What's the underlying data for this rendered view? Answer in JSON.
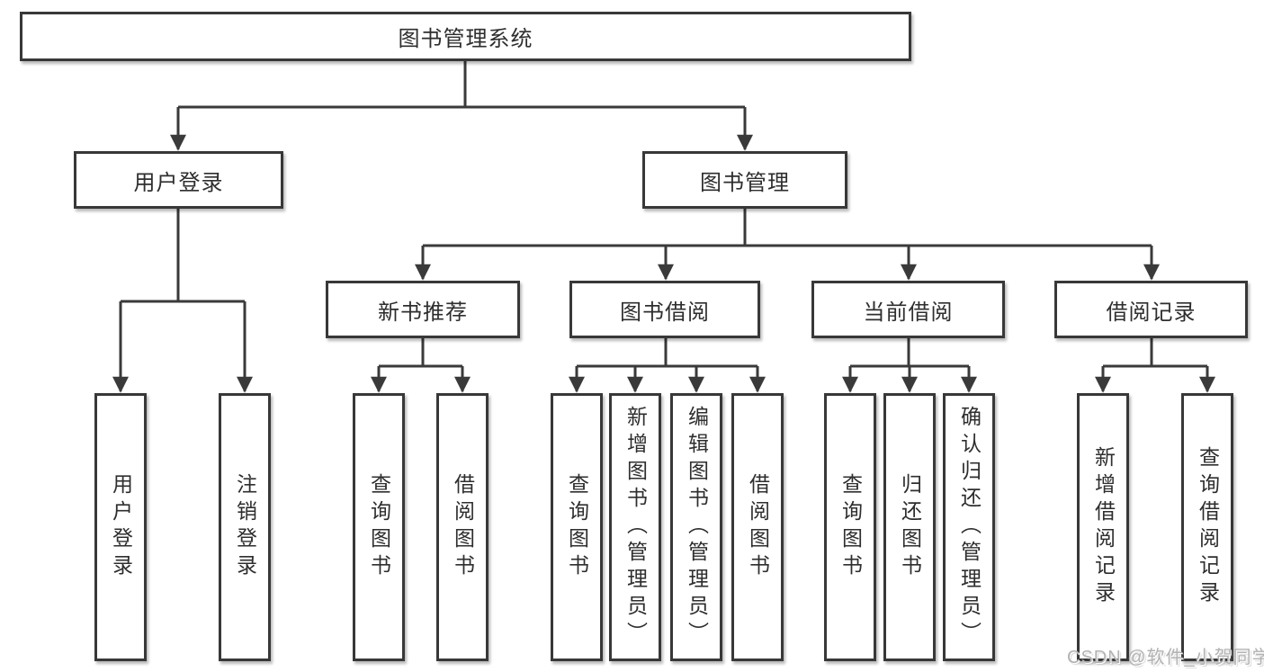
{
  "diagram": {
    "nodes": {
      "root": "图书管理系统",
      "level2": [
        "用户登录",
        "图书管理"
      ],
      "level3": [
        "新书推荐",
        "图书借阅",
        "当前借阅",
        "借阅记录"
      ],
      "leaves_user_login": [
        "用户登录",
        "注销登录"
      ],
      "leaves_new_book": [
        "查询图书",
        "借阅图书"
      ],
      "leaves_book_borrow": [
        "查询图书",
        "新增图书（管理员）",
        "编辑图书（管理员）",
        "借阅图书"
      ],
      "leaves_current_borrow": [
        "查询图书",
        "归还图书",
        "确认归还（管理员）"
      ],
      "leaves_borrow_records": [
        "新增借阅记录",
        "查询借阅记录"
      ]
    },
    "colors": {
      "line": "#3a3a3a",
      "box_border": "#383838",
      "text": "#2e2e2e",
      "background": "#ffffff",
      "watermark": "#b2b2b2"
    }
  },
  "watermark": "CSDN @软件_小贺同学"
}
